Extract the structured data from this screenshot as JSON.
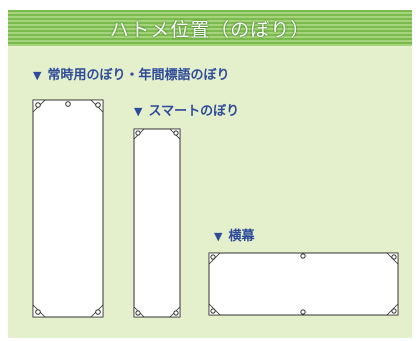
{
  "title": "ハトメ位置（のぼり）",
  "sections": [
    {
      "label": "常時用のぼり・年間標語のぼり"
    },
    {
      "label": "スマートのぼり"
    },
    {
      "label": "横幕"
    }
  ],
  "colors": {
    "panel": "#e4efcb",
    "header_stripe_dark": "#7bbb4e",
    "header_stripe_light": "#a6d47c",
    "label": "#2d4b9a",
    "outline": "#333333"
  },
  "icons": {
    "bullet": "down-triangle-icon",
    "grommet": "grommet-icon",
    "corner_reinforcement": "corner-patch-icon"
  }
}
